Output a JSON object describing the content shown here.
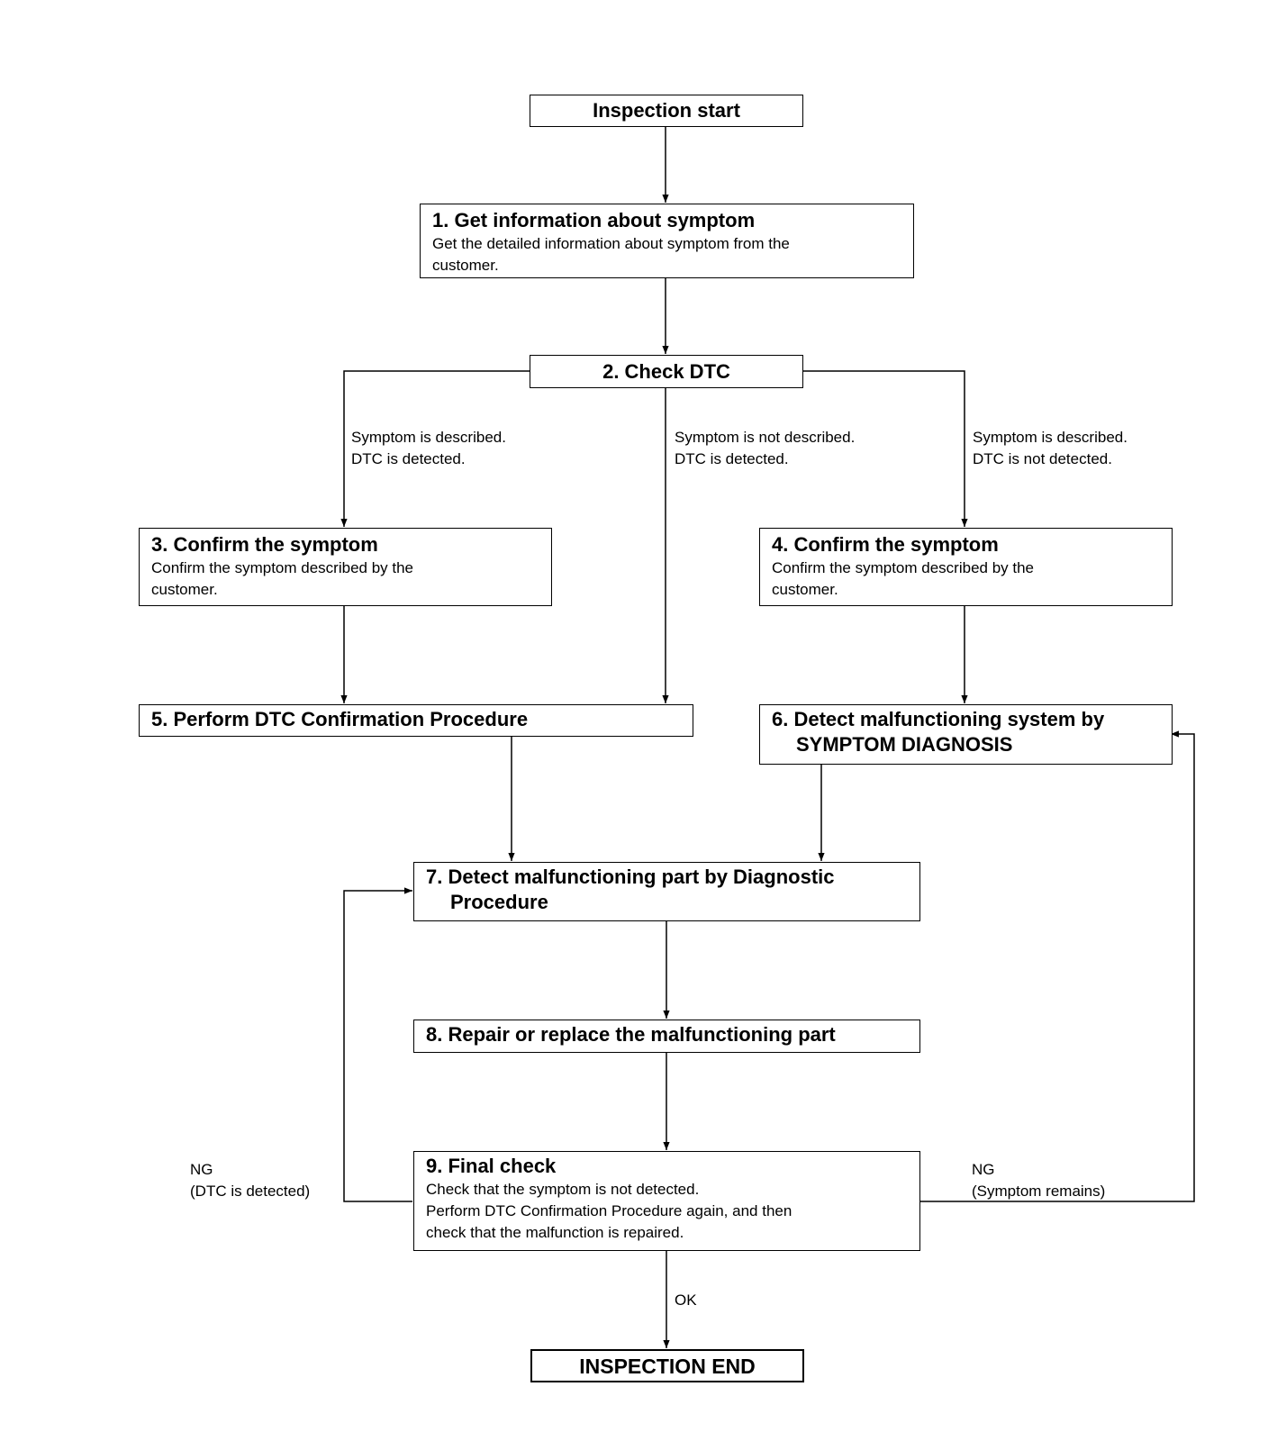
{
  "nodes": {
    "start": {
      "title": "Inspection start"
    },
    "step1": {
      "title": "1. Get information about symptom",
      "body1": "Get the detailed information about symptom from the",
      "body2": "customer."
    },
    "step2": {
      "title": "2. Check DTC"
    },
    "step3": {
      "title": "3. Confirm the symptom",
      "body1": "Confirm the symptom described by the",
      "body2": "customer."
    },
    "step4": {
      "title": "4. Confirm the symptom",
      "body1": "Confirm the symptom described by the",
      "body2": "customer."
    },
    "step5": {
      "title": "5. Perform DTC Confirmation Procedure"
    },
    "step6": {
      "title1": "6. Detect malfunctioning system by",
      "title2": "SYMPTOM DIAGNOSIS"
    },
    "step7": {
      "title1": "7. Detect malfunctioning part by Diagnostic",
      "title2": "Procedure"
    },
    "step8": {
      "title": "8. Repair or replace the malfunctioning part"
    },
    "step9": {
      "title": "9. Final check",
      "body1": "Check that the symptom is not detected.",
      "body2": "Perform DTC Confirmation Procedure again, and then",
      "body3": "check that the malfunction is repaired."
    },
    "end": {
      "title": "INSPECTION END"
    }
  },
  "edges": {
    "left_branch": {
      "line1": "Symptom is described.",
      "line2": "DTC is detected."
    },
    "middle_branch": {
      "line1": "Symptom is not described.",
      "line2": "DTC is detected."
    },
    "right_branch": {
      "line1": "Symptom is described.",
      "line2": "DTC is not detected."
    },
    "ng_left": {
      "line1": "NG",
      "line2": "(DTC is detected)"
    },
    "ng_right": {
      "line1": "NG",
      "line2": "(Symptom remains)"
    },
    "ok": {
      "label": "OK"
    }
  }
}
